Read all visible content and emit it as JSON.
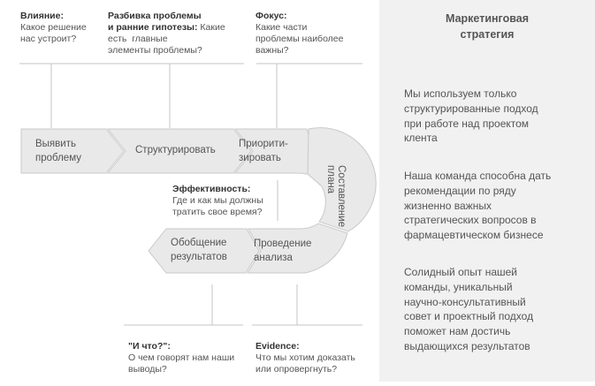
{
  "annotations": {
    "influence": {
      "title": "Влияние:",
      "text_1": "Какое решение",
      "text_2": "нас устроит?"
    },
    "breakdown": {
      "title_1": "Разбивка проблемы",
      "title_2": "и ранние гипотезы:",
      "text_1": " Какие",
      "text_2": "есть  главные",
      "text_3": "элементы проблемы?"
    },
    "focus": {
      "title": "Фокус:",
      "text_1": "Какие части",
      "text_2": "проблемы наиболее",
      "text_3": "важны?"
    },
    "efficiency": {
      "title": "Эффективность:",
      "text_1": "Где и как мы должны",
      "text_2": "тратить свое время?"
    },
    "so_what": {
      "title": "\"И что?\":",
      "text_1": "О чем говорят нам наши",
      "text_2": "выводы?"
    },
    "evidence": {
      "title": "Evidence:",
      "text_1": "Что мы хотим доказать",
      "text_2": "или опровергнуть?"
    }
  },
  "steps": {
    "identify": {
      "line_1": "Выявить",
      "line_2": "проблему"
    },
    "structure": {
      "line_1": "Структурировать"
    },
    "prioritize": {
      "line_1": "Приорити-",
      "line_2": "зировать"
    },
    "plan": {
      "line_1": "Составление",
      "line_2": "плана"
    },
    "analysis": {
      "line_1": "Проведение",
      "line_2": "анализа"
    },
    "summary": {
      "line_1": "Обобщение",
      "line_2": "результатов"
    }
  },
  "sidebar": {
    "title_1": "Маркетинговая",
    "title_2": "стратегия",
    "para_1": [
      "Мы используем только",
      "структурированные подход",
      "при работе над проектом",
      "клента"
    ],
    "para_2": [
      "Наша команда способна дать",
      "рекомендации по ряду",
      "жизненно важных",
      "стратегических вопросов в",
      "фармацевтическом бизнесе"
    ],
    "para_3": [
      "Солидный опыт нашей",
      "команды, уникальный",
      "научно-консультативный",
      "совет и проектный подход",
      "поможет нам достичь",
      "выдающихся результатов"
    ]
  },
  "colors": {
    "shape_fill": "#e9e9e9",
    "shape_stroke": "#c9c9c9",
    "line": "#c4c4c4",
    "sidebar_bg": "#f1f1f1"
  }
}
